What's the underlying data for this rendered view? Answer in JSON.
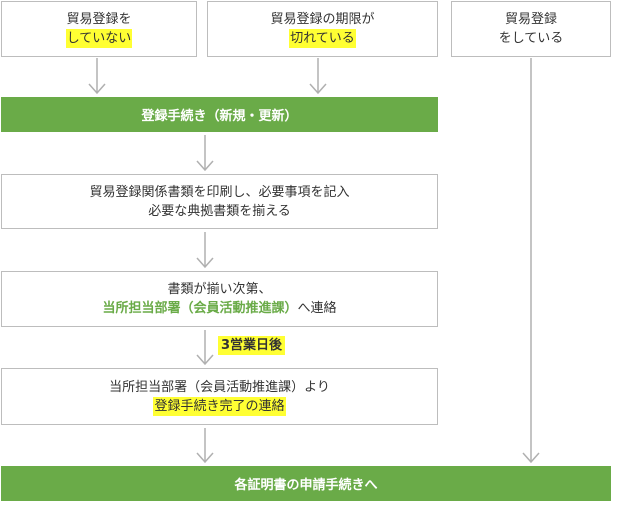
{
  "colors": {
    "green": "#6aab48",
    "highlight": "#ffff33",
    "border": "#bdbdbd",
    "arrow": "#b0b0b0",
    "bar_text": "#ffffff"
  },
  "top_boxes": {
    "not_registered": {
      "line1": "貿易登録を",
      "line2": "していない"
    },
    "expired": {
      "line1": "貿易登録の期限が",
      "line2": "切れている"
    },
    "registered": {
      "line1": "貿易登録",
      "line2": "をしている"
    }
  },
  "procedure_bar": {
    "label": "登録手続き（新規・更新）"
  },
  "step_print": {
    "line1": "貿易登録関係書類を印刷し、必要事項を記入",
    "line2": "必要な典拠書類を揃える"
  },
  "step_contact": {
    "line1": "書類が揃い次第、",
    "line2_green": "当所担当部署（会員活動推進課）",
    "line2_tail": "へ連絡"
  },
  "days_badge": {
    "label": "3営業日後"
  },
  "step_complete": {
    "line1": "当所担当部署（会員活動推進課）より",
    "line2": "登録手続き完了の連絡"
  },
  "final_bar": {
    "label": "各証明書の申請手続きへ"
  }
}
